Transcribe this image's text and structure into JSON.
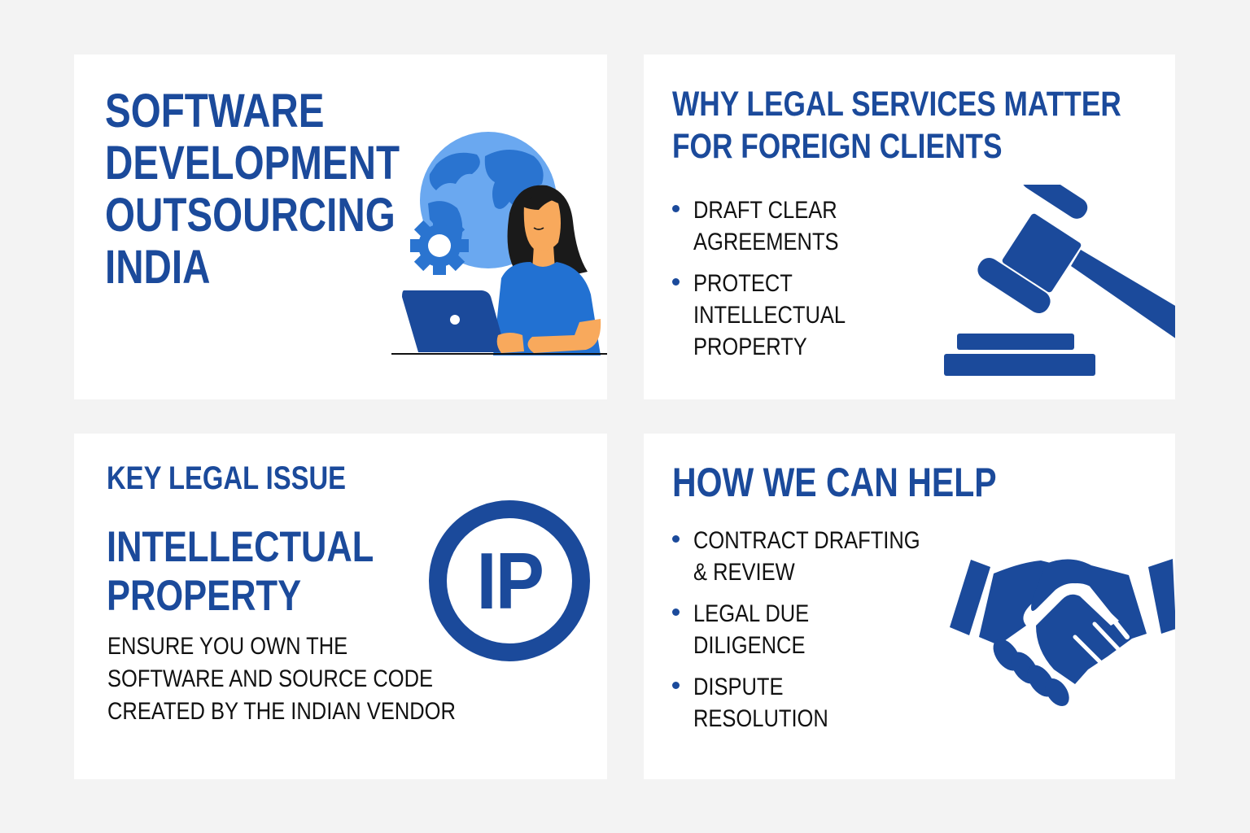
{
  "colors": {
    "page_background": "#f3f3f3",
    "card_background": "#ffffff",
    "primary_blue": "#1b4a9b",
    "globe_ocean": "#6aa8f0",
    "globe_land": "#2a74d0",
    "shirt_blue": "#2271d2",
    "skin": "#f8a95c",
    "body_text": "#111111"
  },
  "cards": {
    "intro": {
      "title_lines": [
        "SOFTWARE",
        "DEVELOPMENT",
        "OUTSOURCING",
        "INDIA"
      ],
      "illustration": "woman-at-laptop-with-globe-and-gear"
    },
    "why_legal": {
      "title_lines": [
        "WHY LEGAL SERVICES MATTER",
        "FOR FOREIGN CLIENTS"
      ],
      "bullets": [
        {
          "text": "DRAFT CLEAR\nAGREEMENTS"
        },
        {
          "text": "PROTECT\nINTELLECTUAL\nPROPERTY"
        }
      ],
      "icon": "gavel-icon"
    },
    "key_issue": {
      "kicker": "KEY LEGAL ISSUE",
      "title_lines": [
        "INTELLECTUAL",
        "PROPERTY"
      ],
      "description_lines": [
        "ENSURE YOU OWN THE",
        "SOFTWARE AND SOURCE CODE",
        "CREATED BY THE INDIAN VENDOR"
      ],
      "badge_text": "IP",
      "icon": "ip-circle-icon"
    },
    "how_help": {
      "title": "HOW WE CAN HELP",
      "bullets": [
        {
          "text": "CONTRACT DRAFTING\n& REVIEW"
        },
        {
          "text": "LEGAL DUE\nDILIGENCE"
        },
        {
          "text": "DISPUTE\nRESOLUTION"
        }
      ],
      "icon": "handshake-icon"
    }
  }
}
